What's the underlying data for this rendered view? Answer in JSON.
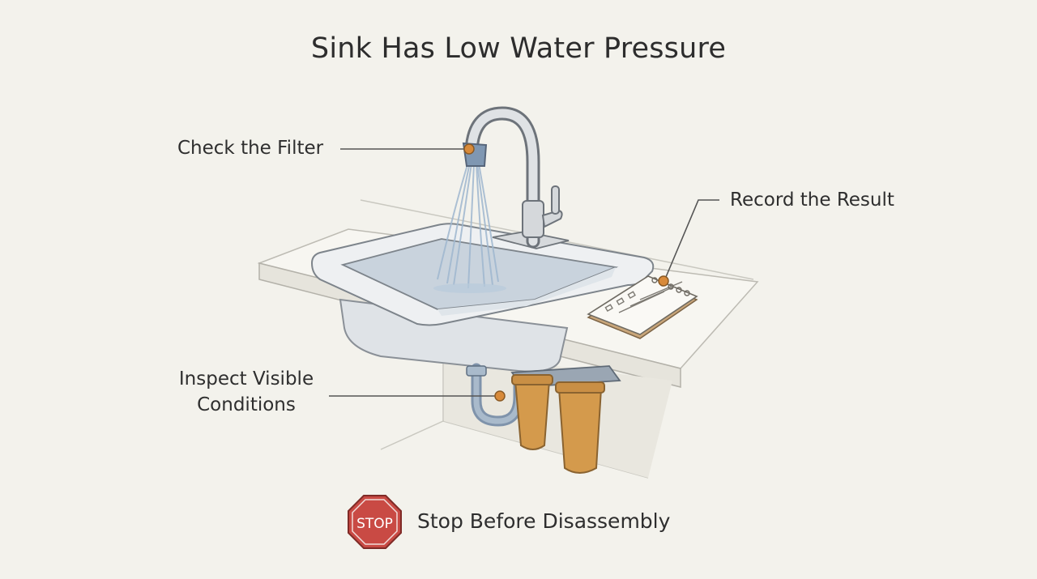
{
  "title": "Sink Has Low Water Pressure",
  "callouts": {
    "check_filter": "Check the Filter",
    "record_result": "Record the Result",
    "inspect_conditions": "Inspect Visible Conditions",
    "stop_disassembly": "Stop Before Disassembly"
  },
  "stop_sign": {
    "label": "STOP"
  },
  "colors": {
    "background": "#f3f2ec",
    "marker": "#d88a3a",
    "stop_red": "#c94a44",
    "filter_amber": "#d59a4a",
    "pipe_blue": "#8aa0b8",
    "water_blue": "#a9bfd6"
  }
}
